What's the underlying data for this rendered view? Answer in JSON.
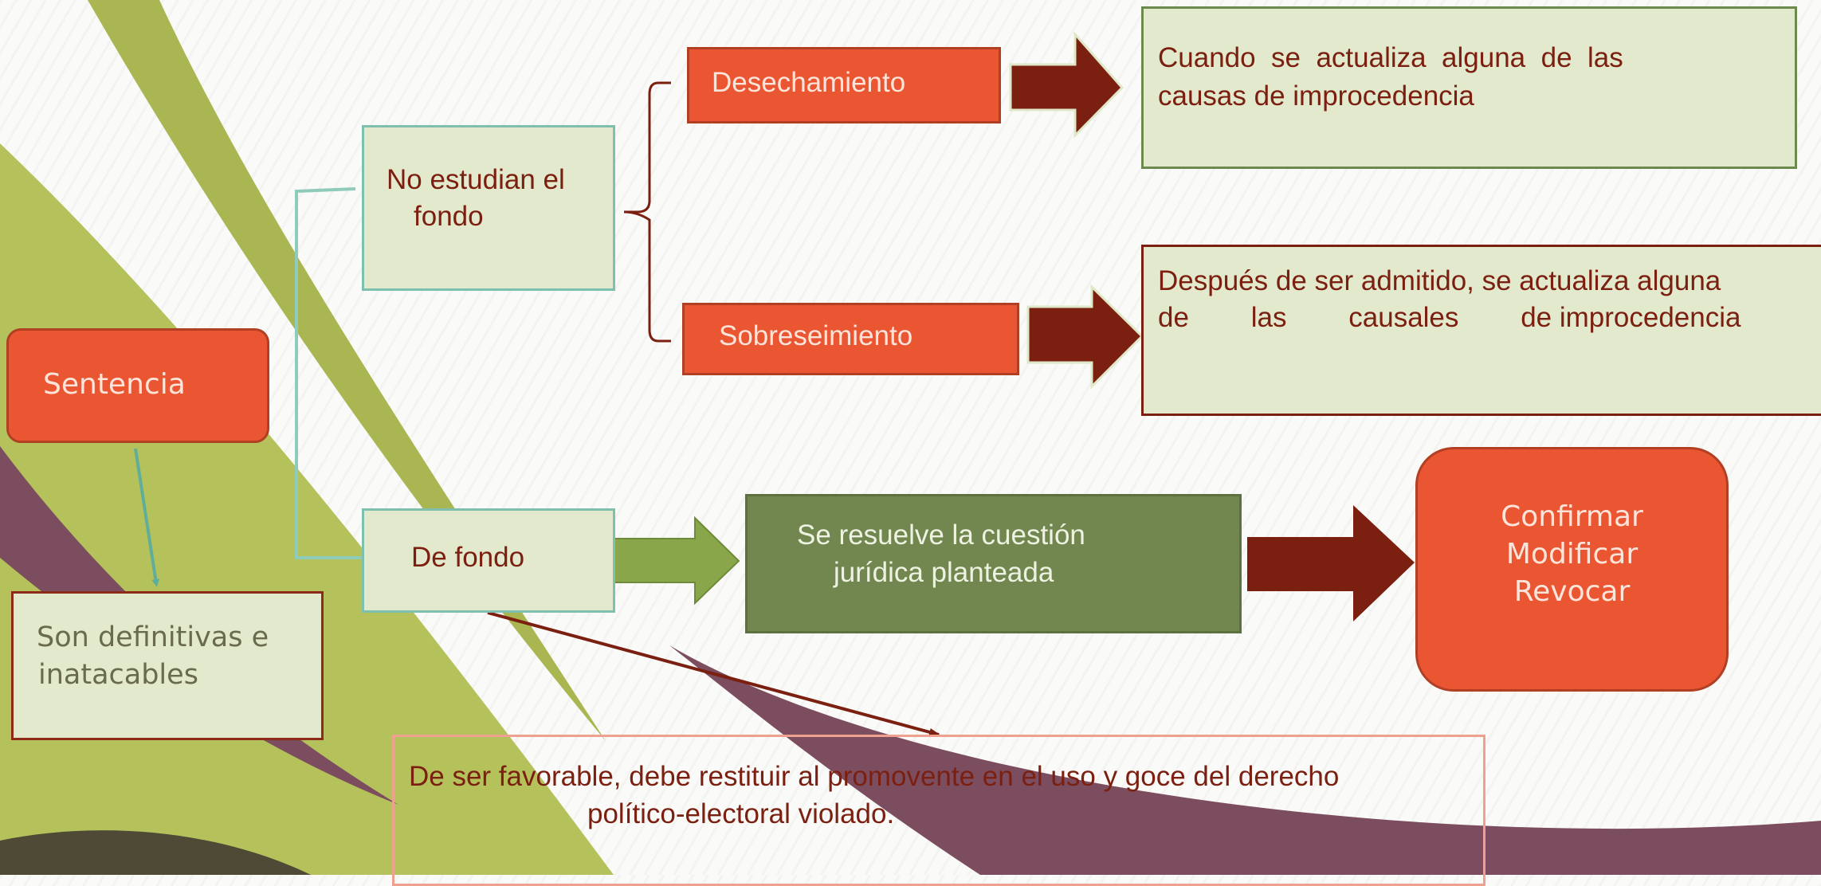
{
  "colors": {
    "orange": "#ea5632",
    "darkred": "#7b2010",
    "pale_green": "#e3e9cd",
    "teal_border": "#7fbfae",
    "olive_green": "#72874f",
    "arrow_green": "#8aa64a",
    "olive_border": "#6c8a4e",
    "salmon_border": "#f0a090",
    "swoosh_olive": "#b5c25b",
    "swoosh_plum": "#7c4d5e"
  },
  "nodes": {
    "sentencia": "Sentencia",
    "definitivas": [
      "Son definitivas e",
      "inatacables"
    ],
    "no_estudian": [
      "No estudian el",
      "fondo"
    ],
    "de_fondo": "De fondo",
    "desechamiento": "Desechamiento",
    "sobreseimiento": "Sobreseimiento",
    "desechamiento_desc": [
      "Cuando  se  actualiza  alguna  de  las",
      "causas de improcedencia"
    ],
    "sobreseimiento_desc": [
      "Después de ser admitido, se actualiza alguna",
      "de        las        causales        de improcedencia"
    ],
    "cuestion": [
      "Se resuelve la cuestión",
      "jurídica planteada"
    ],
    "resultados": [
      "Confirmar",
      "Modificar",
      "Revocar"
    ],
    "favorable": [
      "De ser favorable, debe restituir al promovente en el uso y goce del derecho",
      "político-electoral violado."
    ]
  }
}
